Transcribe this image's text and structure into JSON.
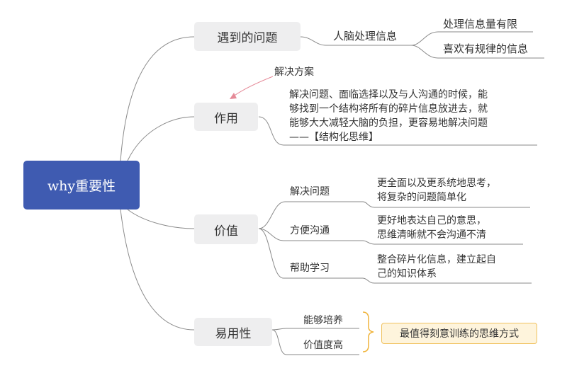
{
  "root": {
    "label": "why重要性"
  },
  "branches": {
    "problem": {
      "label": "遇到的问题",
      "sub": "人脑处理信息",
      "details": [
        "处理信息量有限",
        "喜欢有规律的信息"
      ]
    },
    "role": {
      "label": "作用",
      "relation_label": "解决方案",
      "text": [
        "解决问题、面临选择以及与人沟通的时候，能",
        "够找到一个结构将所有的碎片信息放进去，就",
        "能够大大减轻大脑的负担，更容易地解决问题",
        "——【结构化思维】"
      ]
    },
    "value": {
      "label": "价值",
      "items": [
        {
          "label": "解决问题",
          "desc": [
            "更全面以及更系统地思考，",
            "将复杂的问题简单化"
          ]
        },
        {
          "label": "方便沟通",
          "desc": [
            "更好地表达自己的意思，",
            "思维清晰就不会沟通不清"
          ]
        },
        {
          "label": "帮助学习",
          "desc": [
            "整合碎片化信息，建立起自",
            "己的知识体系"
          ]
        }
      ]
    },
    "ease": {
      "label": "易用性",
      "items": [
        "能够培养",
        "价值度高"
      ],
      "summary": "最值得刻意训练的思维方式"
    }
  },
  "colors": {
    "root_fill": "#3f5bb1",
    "branch_fill": "#eeeeef",
    "line": "#8a8a8a",
    "relation_arrow": "#e58a98",
    "bracket": "#f0b43c",
    "callout_fill": "#fef4dc",
    "callout_border": "#f0c25f"
  }
}
